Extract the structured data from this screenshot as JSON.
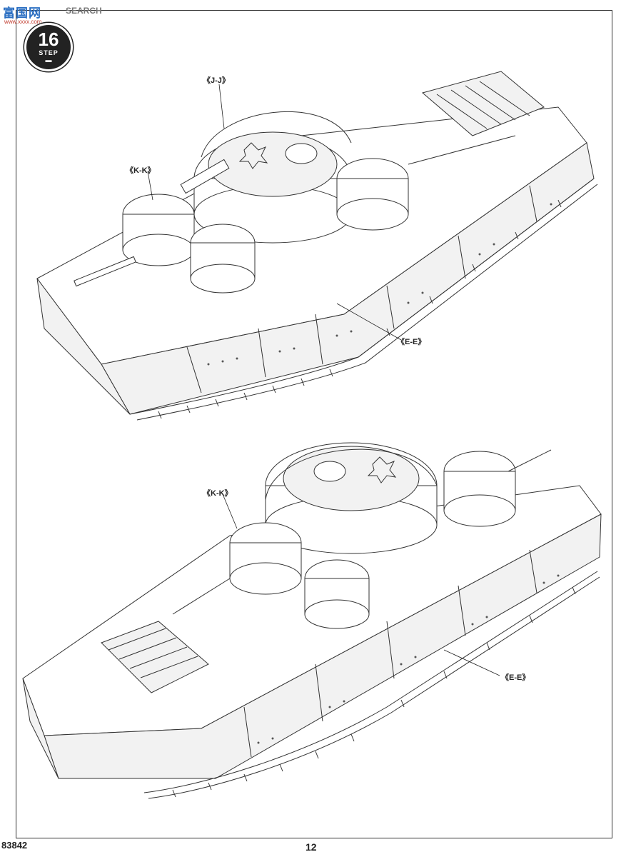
{
  "watermark": {
    "logo": "富国网",
    "search": "SEARCH",
    "url": "www.xxxx.com"
  },
  "step": {
    "number": "16",
    "label": "STEP"
  },
  "callouts": {
    "top_jj": "《J-J》",
    "top_kk": "《K-K》",
    "top_ee": "《E-E》",
    "bottom_kk": "《K-K》",
    "bottom_ee": "《E-E》"
  },
  "footer": {
    "kit_code": "83842",
    "page_number": "12"
  }
}
